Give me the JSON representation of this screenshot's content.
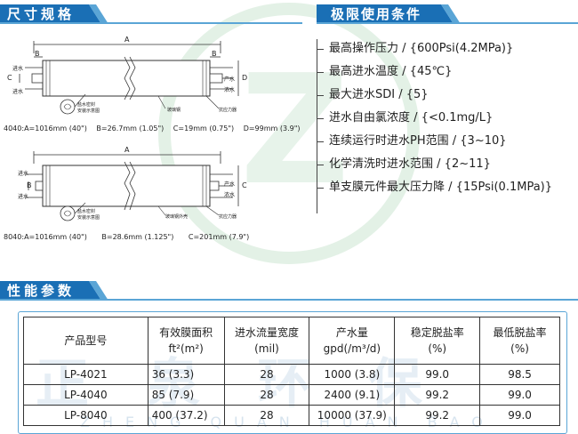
{
  "sections": {
    "dimensions_title": "尺寸规格",
    "limits_title": "极限使用条件",
    "performance_title": "性能参数"
  },
  "limits": [
    {
      "label": "最高操作压力",
      "value": "{600Psi(4.2MPa)}"
    },
    {
      "label": "最高进水温度",
      "value": "{45℃}"
    },
    {
      "label": "最大进水SDI",
      "value": "{5}"
    },
    {
      "label": "进水自由氯浓度",
      "value": "{<0.1mg/L}"
    },
    {
      "label": "连续运行时进水PH范围",
      "value": "{3~10}"
    },
    {
      "label": "化学清洗时进水范围",
      "value": "{2~11}"
    },
    {
      "label": "单支膜元件最大压力降",
      "value": "{15Psi(0.1MPa)}"
    }
  ],
  "diagram4040": {
    "letter_a": "A",
    "letter_b": "B",
    "letter_c": "C",
    "letter_d": "D",
    "inlet1": "进水",
    "inlet2": "进水",
    "product": "产水",
    "concentrate": "浓水",
    "seal_note_line1": "盐水密封",
    "seal_note_line2": "安装示意图",
    "fiberglass": "玻璃钢",
    "anti_telescope": "抗应力器",
    "dims": {
      "model": "4040:",
      "a": "A=1016mm (40\")",
      "b": "B=26.7mm (1.05\")",
      "c": "C=19mm  (0.75\")",
      "d": "D=99mm (3.9\")"
    }
  },
  "diagram8040": {
    "letter_a": "A",
    "letter_b": "B",
    "letter_c": "C",
    "inlet1": "进水",
    "inlet2": "进水",
    "product": "产水",
    "concentrate": "浓水",
    "seal_note_line1": "盐水密封",
    "seal_note_line2": "安装示意图",
    "fiberglass": "玻璃钢外壳",
    "anti_telescope": "抗应力器",
    "dims": {
      "model": "8040:",
      "a": "A=1016mm (40\")",
      "b": "B=28.6mm (1.125\")",
      "c": "C=201mm (7.9\")"
    }
  },
  "performance": {
    "headers": [
      {
        "line1": "产品型号",
        "line2": ""
      },
      {
        "line1": "有效膜面积",
        "line2": "ft²(m²)"
      },
      {
        "line1": "进水流量宽度",
        "line2": "(mil)"
      },
      {
        "line1": "产水量",
        "line2": "gpd(/m³/d)"
      },
      {
        "line1": "稳定脱盐率",
        "line2": "(%)"
      },
      {
        "line1": "最低脱盐率",
        "line2": "(%)"
      }
    ],
    "rows": [
      {
        "model": "LP-4021",
        "area": "36  (3.3)",
        "spacer": "28",
        "flow": "1000  (3.8)",
        "stable": "99.0",
        "min": "98.5"
      },
      {
        "model": "LP-4040",
        "area": "85  (7.9)",
        "spacer": "28",
        "flow": "2400  (9.1)",
        "stable": "99.2",
        "min": "99.0"
      },
      {
        "model": "LP-8040",
        "area": "400  (37.2)",
        "spacer": "28",
        "flow": "10000  (37.9)",
        "stable": "99.2",
        "min": "99.0"
      }
    ]
  },
  "watermark": {
    "logo_letter": "Z",
    "company_en": "ZHENG QUAN HUAN BAO"
  },
  "colors": {
    "header_blue": "#1a6fb5",
    "header_light": "#5aa5d6",
    "watermark_green": "#c9e6cf",
    "watermark_blue": "#d3e6f3",
    "pipe_outline": "#333333"
  }
}
